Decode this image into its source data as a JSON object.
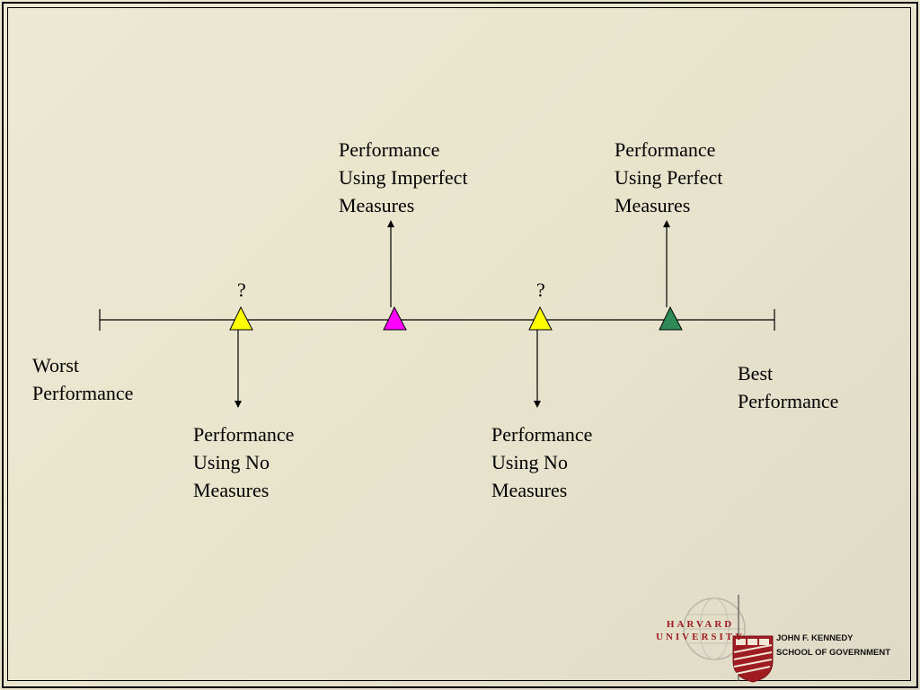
{
  "diagram": {
    "left_end_label": [
      "Worst",
      "Performance"
    ],
    "right_end_label": [
      "Best",
      "Performance"
    ],
    "markers": [
      {
        "color": "#ffff00",
        "question": "?",
        "label": [
          "Performance",
          "Using No",
          "Measures"
        ],
        "arrow": "down"
      },
      {
        "color": "#ff00ff",
        "label": [
          "Performance",
          "Using Imperfect",
          "Measures"
        ],
        "arrow": "up"
      },
      {
        "color": "#ffff00",
        "question": "?",
        "label": [
          "Performance",
          "Using No",
          "Measures"
        ],
        "arrow": "down"
      },
      {
        "color": "#2e8b57",
        "label": [
          "Performance",
          "Using Perfect",
          "Measures"
        ],
        "arrow": "up"
      }
    ]
  },
  "logo": {
    "university_lines": [
      "HARVARD",
      "UNIVERSITY"
    ],
    "school_lines": [
      "JOHN F. KENNEDY",
      "SCHOOL OF GOVERNMENT"
    ],
    "accent_color": "#9e1b22"
  }
}
